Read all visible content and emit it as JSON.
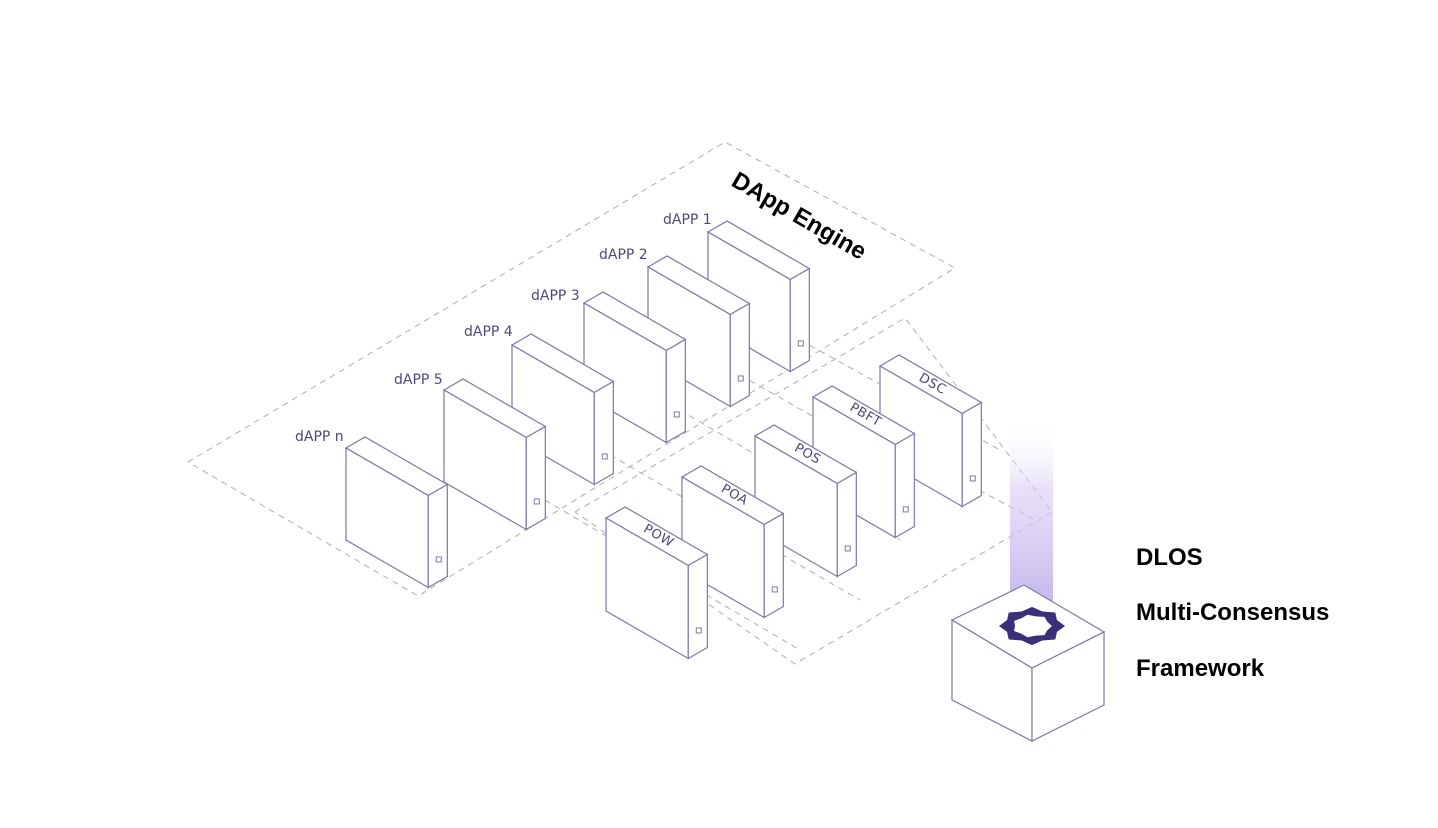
{
  "diagram": {
    "title": "DApp Engine",
    "dapps": [
      "dAPP 1",
      "dAPP 2",
      "dAPP 3",
      "dAPP 4",
      "dAPP 5",
      "dAPP n"
    ],
    "consensus": [
      "DSC",
      "PBFT",
      "POS",
      "POA",
      "POW"
    ],
    "framework_lines": [
      "DLOS",
      "Multi-Consensus",
      "Framework"
    ],
    "colors": {
      "line": "#7c79a8",
      "dashed": "#b5b5b5",
      "label": "#4b4a7a",
      "beam": "#b9a8e8",
      "gear": "#3b2f7a"
    }
  }
}
